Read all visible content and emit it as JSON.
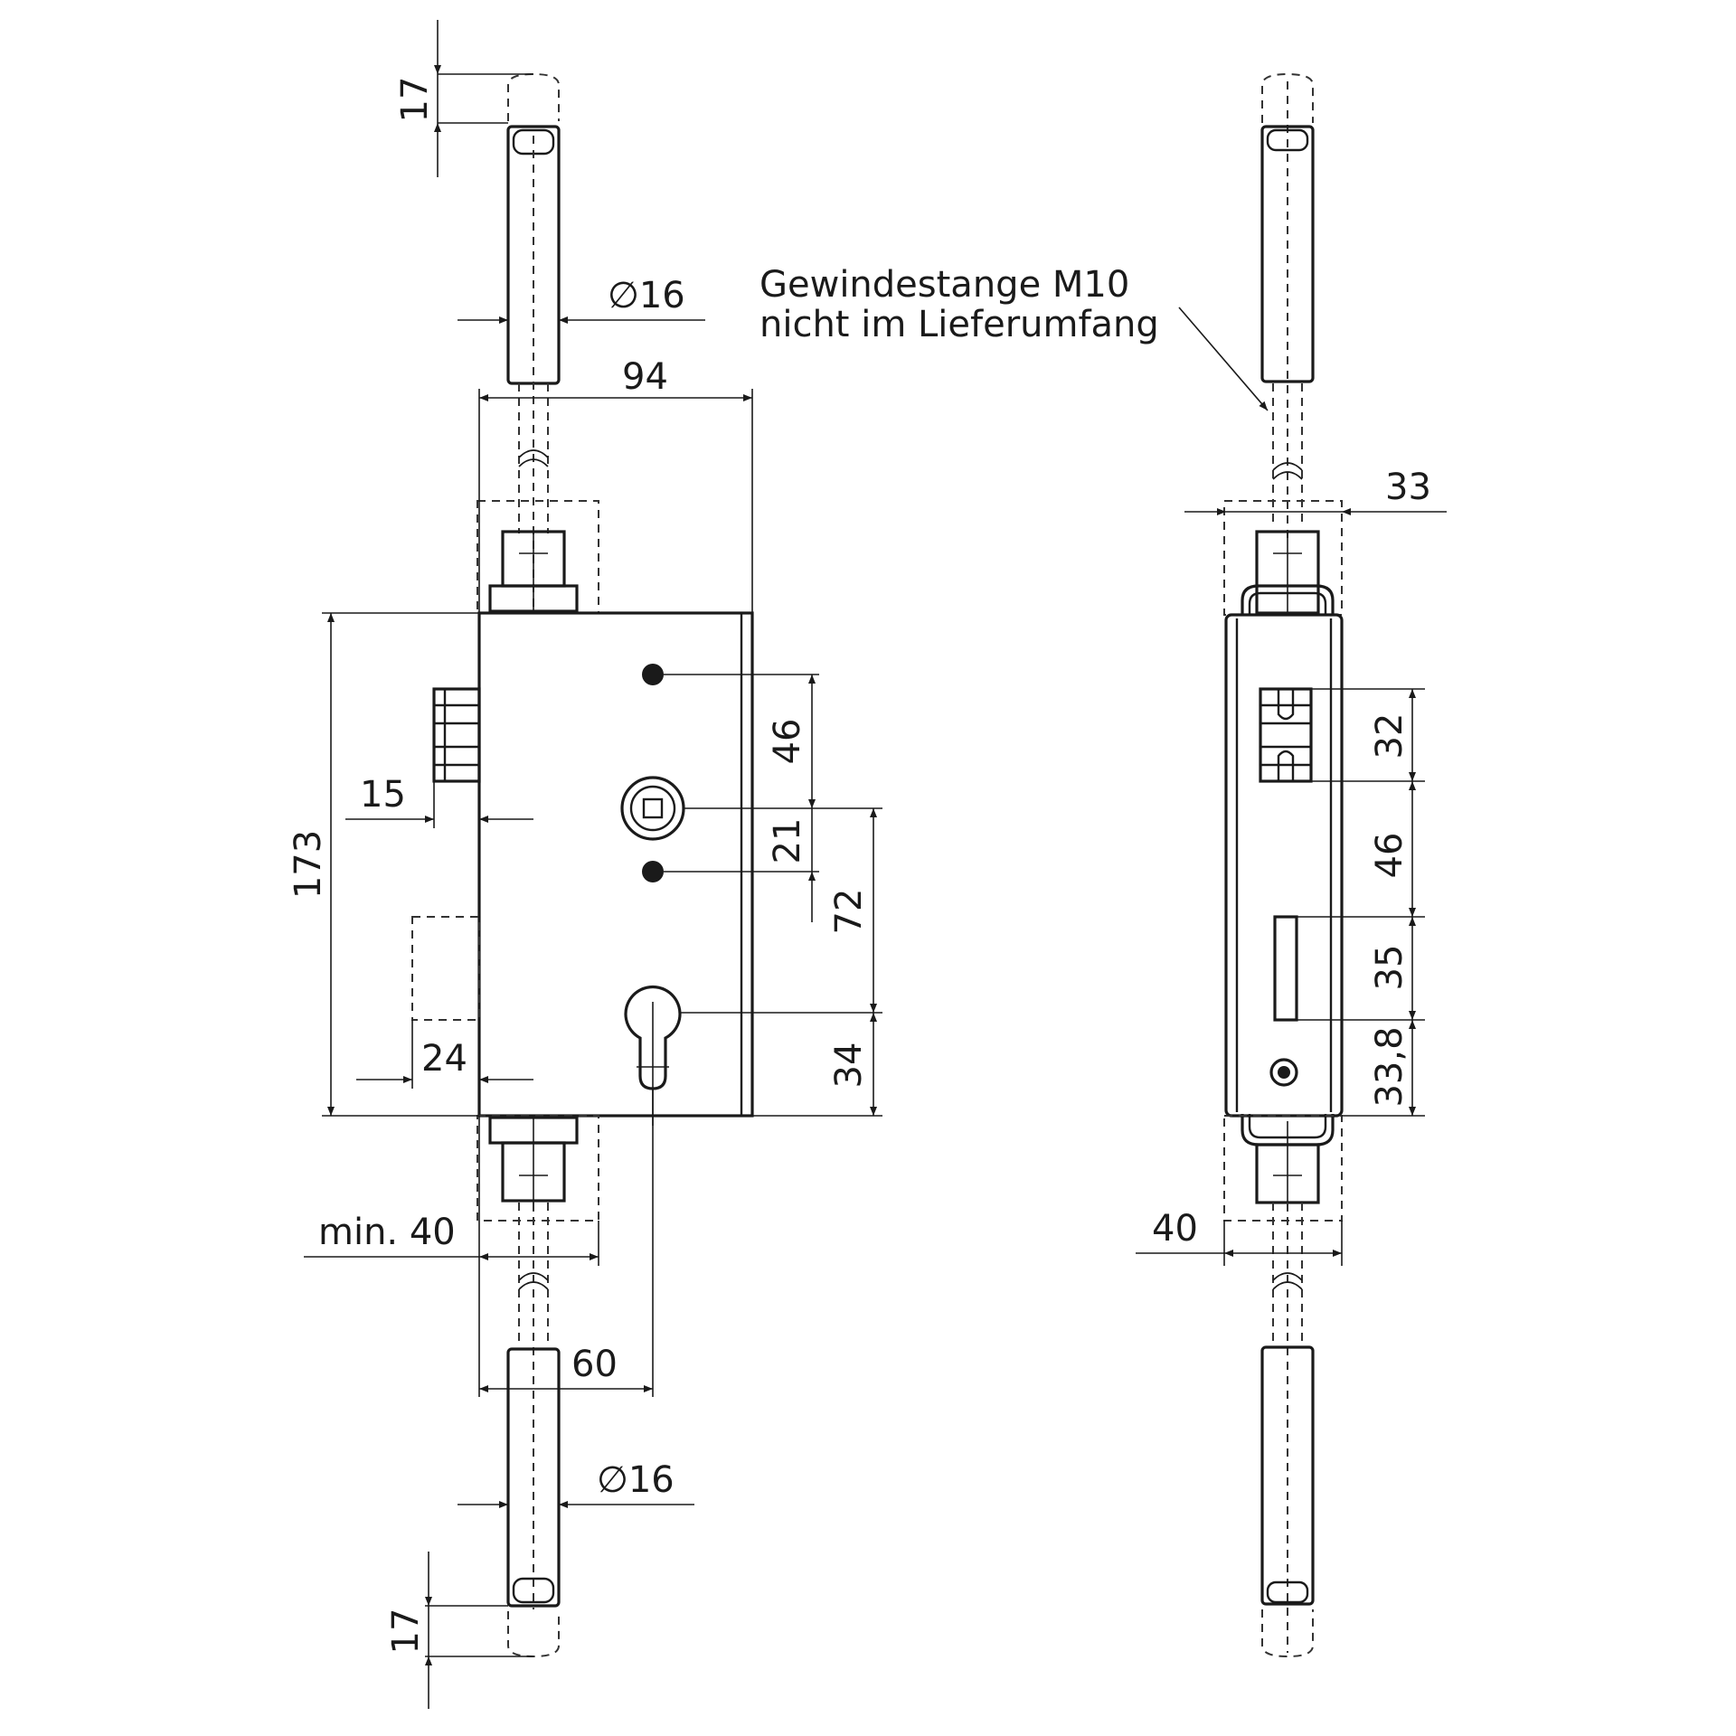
{
  "colors": {
    "line": "#1a1a1a",
    "background": "#ffffff"
  },
  "front_view": {
    "bolt_extension_top": "17",
    "bolt_diameter_top": "∅16",
    "case_width": "94",
    "case_height": "173",
    "latch_projection": "15",
    "backset_cylinder_offset": "24",
    "spindle_to_hole": "46",
    "spindle_to_lower_hole": "21",
    "spindle_to_cylinder": "72",
    "cylinder_to_bottom": "34",
    "min_clearance": "min. 40",
    "backset": "60",
    "bolt_diameter_bottom": "∅16",
    "bolt_extension_bottom": "17"
  },
  "side_view": {
    "note_line1": "Gewindestange M10",
    "note_line2": "nicht im Lieferumfang",
    "faceplate_width": "33",
    "latch_height": "32",
    "latch_to_slot": "46",
    "slot_height": "35",
    "slot_to_bottom": "33,8",
    "depth": "40"
  }
}
